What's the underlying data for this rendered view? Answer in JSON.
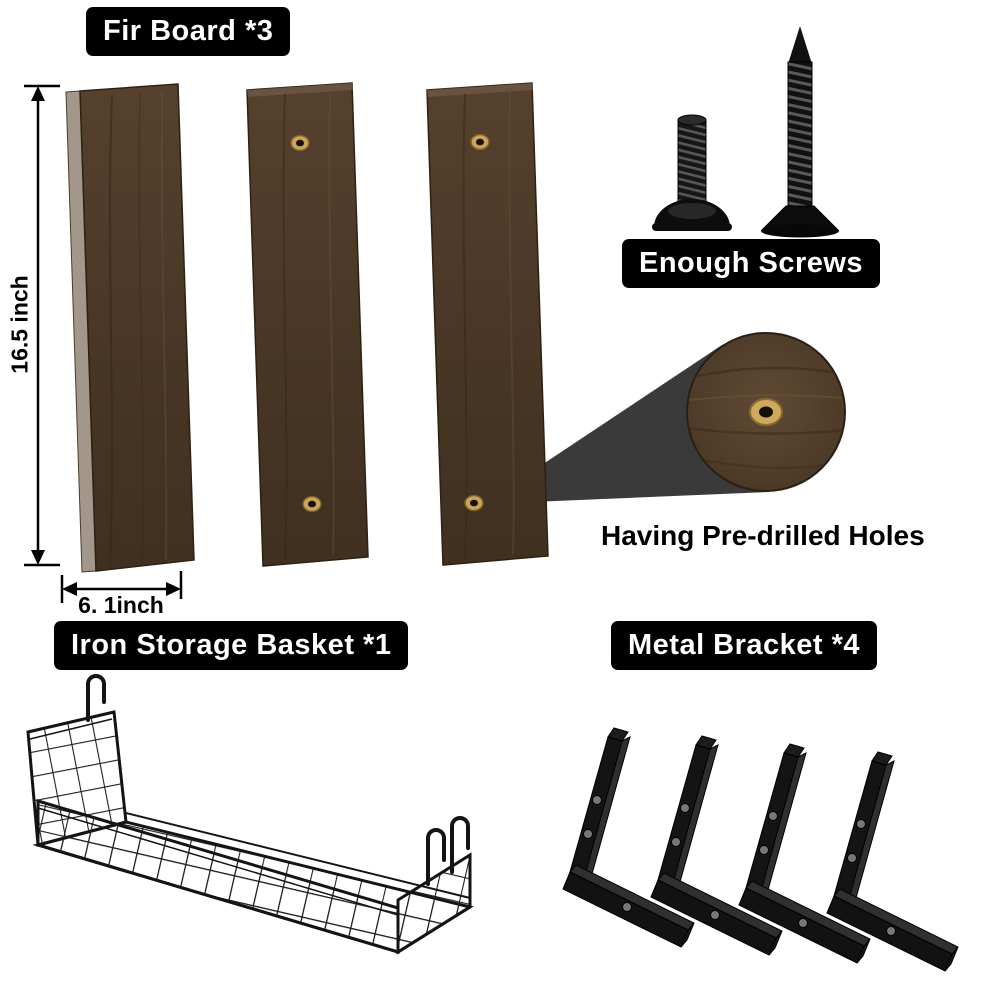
{
  "labels": {
    "fir_board": "Fir Board *3",
    "enough_screws": "Enough Screws",
    "iron_basket": "Iron Storage Basket *1",
    "metal_bracket": "Metal Bracket *4"
  },
  "annotations": {
    "predrilled": "Having Pre-drilled Holes"
  },
  "dimensions": {
    "board_height": "16.5 inch",
    "board_width": "6. 1inch"
  },
  "quantities": {
    "fir_board": 3,
    "iron_basket": 1,
    "metal_bracket": 4
  },
  "colors": {
    "label_background": "#000000",
    "label_text": "#ffffff",
    "wood": "#4c3a29",
    "wood_dark": "#3a2b1c",
    "grommet_gold": "#cfa95d",
    "metal_black": "#141414",
    "wire_black": "#1b1b1b"
  }
}
